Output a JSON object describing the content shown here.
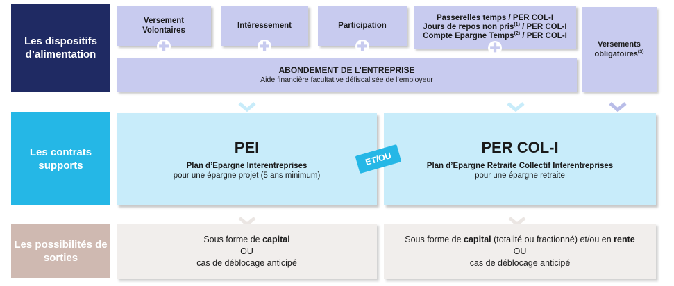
{
  "rows": {
    "alimentation": "Les dispositifs d’alimentation",
    "contrats": "Les contrats supports",
    "sorties": "Les possibilités de sorties"
  },
  "sources": {
    "versement": "Versement Volontaires",
    "interessement": "Intéressement",
    "participation": "Participation",
    "passerelles": {
      "line1": "Passerelles temps / PER COL-I",
      "line2_a": "Jours de repos non pris",
      "line2_sup": "(1)",
      "line2_b": " / PER COL-I",
      "line3_a": "Compte Epargne Temps",
      "line3_sup": "(2)",
      "line3_b": " / PER COL-I"
    },
    "obligatoires_line1": "Versements",
    "obligatoires_line2": "obligatoires",
    "obligatoires_sup": "(3)",
    "plus_symbol": "✚"
  },
  "abondement": {
    "title": "ABONDEMENT DE L’ENTREPRISE",
    "subtitle": "Aide financière facultative défiscalisée de l’employeur"
  },
  "contracts": {
    "pei": {
      "name": "PEI",
      "full": "Plan d’Epargne Interentreprises",
      "desc": "pour une épargne projet (5 ans minimum)"
    },
    "per": {
      "name": "PER COL-I",
      "full": "Plan d’Epargne Retraite Collectif Interentreprises",
      "desc": "pour une épargne retraite"
    },
    "connector": "ET/OU"
  },
  "exits": {
    "pei": {
      "prefix": "Sous forme de ",
      "capital": "capital",
      "ou": "OU",
      "line3": "cas de déblocage anticipé"
    },
    "per": {
      "prefix": "Sous forme de ",
      "capital": "capital",
      "middle": " (totalité ou fractionné) et/ou en ",
      "rente": "rente",
      "ou": "OU",
      "line3": "cas de déblocage anticipé"
    }
  },
  "colors": {
    "navy": "#1f2a63",
    "cyan": "#25b7e6",
    "taupe": "#cfb9b1",
    "lavender": "#c8cbef",
    "light_blue": "#c8ecfa",
    "cream": "#f1eeec"
  }
}
